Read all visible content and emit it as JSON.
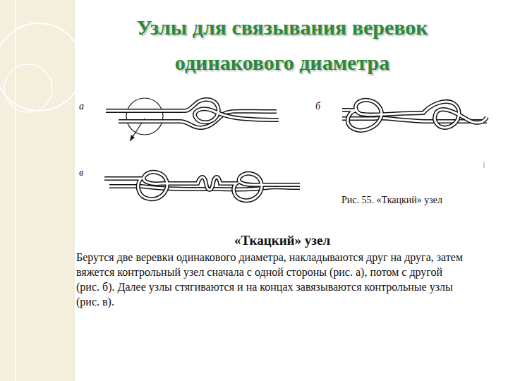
{
  "diagram": {
    "title": "Узлы для связывания веревок одинакового диаметра",
    "caption": "Рис. 55. «Ткацкий» узел",
    "labels": [
      "а",
      "б",
      "в",
      "«Ткацкий» узел",
      "Берутся две веревки одинакового диаметра, накладываются друг на друга, затем вяжется контрольный узел сначала с одной стороны (рис. а), потом с другой (рис. б). Далее узлы стягиваются и на концах завязываются контрольные узлы (рис. в)."
    ]
  }
}
